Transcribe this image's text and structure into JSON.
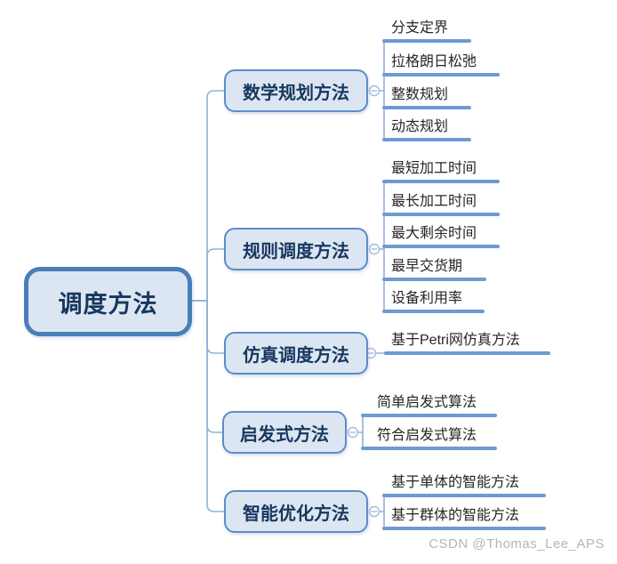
{
  "root": {
    "label": "调度方法"
  },
  "branches": [
    {
      "label": "数学规划方法",
      "children": [
        {
          "label": "分支定界"
        },
        {
          "label": "拉格朗日松弛"
        },
        {
          "label": "整数规划"
        },
        {
          "label": "动态规划"
        }
      ]
    },
    {
      "label": "规则调度方法",
      "children": [
        {
          "label": "最短加工时间"
        },
        {
          "label": "最长加工时间"
        },
        {
          "label": "最大剩余时间"
        },
        {
          "label": "最早交货期"
        },
        {
          "label": "设备利用率"
        }
      ]
    },
    {
      "label": "仿真调度方法",
      "children": [
        {
          "label": "基于Petri网仿真方法"
        }
      ]
    },
    {
      "label": "启发式方法",
      "children": [
        {
          "label": "简单启发式算法"
        },
        {
          "label": "符合启发式算法"
        }
      ]
    },
    {
      "label": "智能优化方法",
      "children": [
        {
          "label": "基于单体的智能方法"
        },
        {
          "label": "基于群体的智能方法"
        }
      ]
    }
  ],
  "watermark": "CSDN @Thomas_Lee_APS",
  "icons": {
    "collapse_toggle": "minus-circle-icon"
  },
  "colors": {
    "node_fill": "#dce6f2",
    "root_border": "#4a7ebb",
    "branch_border": "#5b8dc9",
    "node_text": "#17375e",
    "leaf_text": "#262626",
    "underline": "#6f9ad1",
    "connector": "#93b1d9",
    "toggle": "#a3bcdc",
    "watermark_text": "#b5b5b5"
  }
}
